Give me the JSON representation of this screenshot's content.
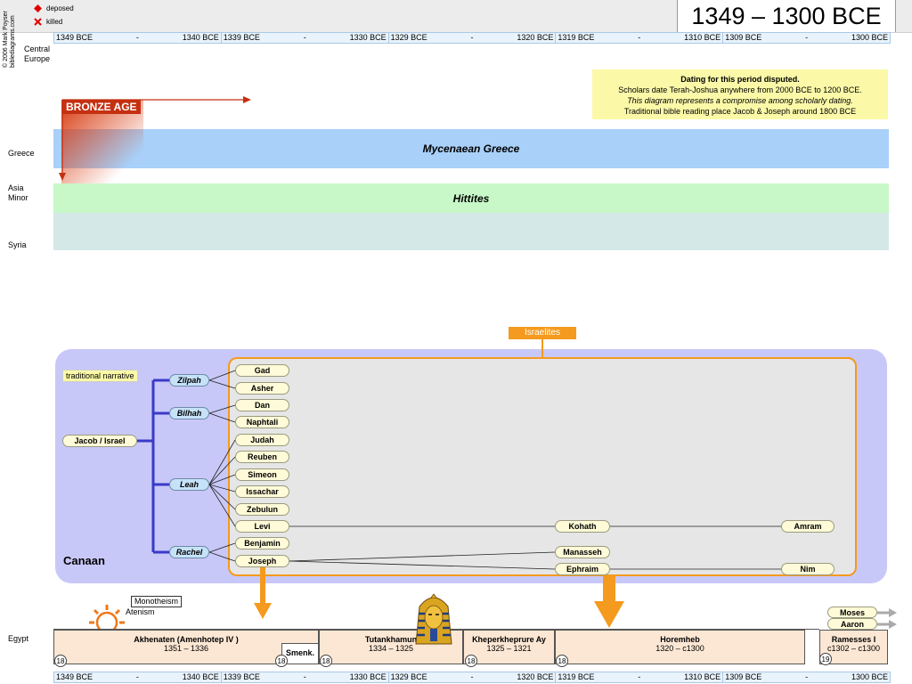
{
  "header": {
    "title": "1349 – 1300 BCE",
    "copyright": "© 2006 Mark Poyser",
    "site": "biblediagrams.com",
    "legend": [
      {
        "icon": "diamond-icon",
        "label": "deposed",
        "color": "#e00000"
      },
      {
        "icon": "cross-icon",
        "label": "killed",
        "color": "#e00000"
      }
    ]
  },
  "ruler": [
    {
      "left": "1349 BCE",
      "mid": "-",
      "right": "1340 BCE"
    },
    {
      "left": "1339 BCE",
      "mid": "-",
      "right": "1330 BCE"
    },
    {
      "left": "1329 BCE",
      "mid": "-",
      "right": "1320 BCE"
    },
    {
      "left": "1319 BCE",
      "mid": "-",
      "right": "1310 BCE"
    },
    {
      "left": "1309 BCE",
      "mid": "-",
      "right": "1300 BCE"
    }
  ],
  "regions": {
    "central_europe": "Central Europe",
    "greece": "Greece",
    "asia_minor": "Asia Minor",
    "syria": "Syria",
    "egypt": "Egypt"
  },
  "era": {
    "label": "BRONZE AGE"
  },
  "note": {
    "line1": "Dating for this period disputed.",
    "line2": "Scholars date Terah-Joshua anywhere from 2000 BCE to 1200 BCE.",
    "line3": "This diagram represents a compromise among scholarly dating.",
    "line4": "Traditional bible reading place Jacob & Joseph around 1800 BCE"
  },
  "bands": {
    "greece": "Mycenaean Greece",
    "asia_minor": "Hittites"
  },
  "canaan": {
    "label": "Canaan",
    "israelites": "Israelites",
    "tradition": "traditional narrative",
    "patriarch": "Jacob / Israel",
    "wives": [
      "Zilpah",
      "Bilhah",
      "Leah",
      "Rachel"
    ],
    "sons": [
      "Gad",
      "Asher",
      "Dan",
      "Naphtali",
      "Judah",
      "Reuben",
      "Simeon",
      "Issachar",
      "Zebulun",
      "Levi",
      "Benjamin",
      "Joseph"
    ],
    "descendants": {
      "kohath": "Kohath",
      "amram": "Amram",
      "manasseh": "Manasseh",
      "ephraim": "Ephraim",
      "nim": "Nim"
    }
  },
  "egypt": {
    "monotheism": "Monotheism",
    "atenism": "Atenism",
    "pharaohs": [
      {
        "name": "Akhenaten (Amenhotep IV )",
        "dates": "1351 – 1336",
        "dyn": "18"
      },
      {
        "name": "Smenk.",
        "dates": "",
        "dyn": "18"
      },
      {
        "name": "Tutankhamun",
        "dates": "1334 – 1325",
        "dyn": "18"
      },
      {
        "name": "Kheperkheprure Ay",
        "dates": "1325 – 1321",
        "dyn": "18"
      },
      {
        "name": "Horemheb",
        "dates": "1320 – c1300",
        "dyn": "18"
      },
      {
        "name": "Ramesses I",
        "dates": "c1302 – c1300",
        "dyn": "19"
      }
    ],
    "moses": "Moses",
    "aaron": "Aaron"
  },
  "colors": {
    "orange": "#f49a1e",
    "purple_bg": "#c8c8f8",
    "blue_line": "#3a3ac8",
    "greece_band": "#a8d0f8",
    "hittite_band": "#c8f8c8",
    "syria_band": "#d4e8e8"
  }
}
